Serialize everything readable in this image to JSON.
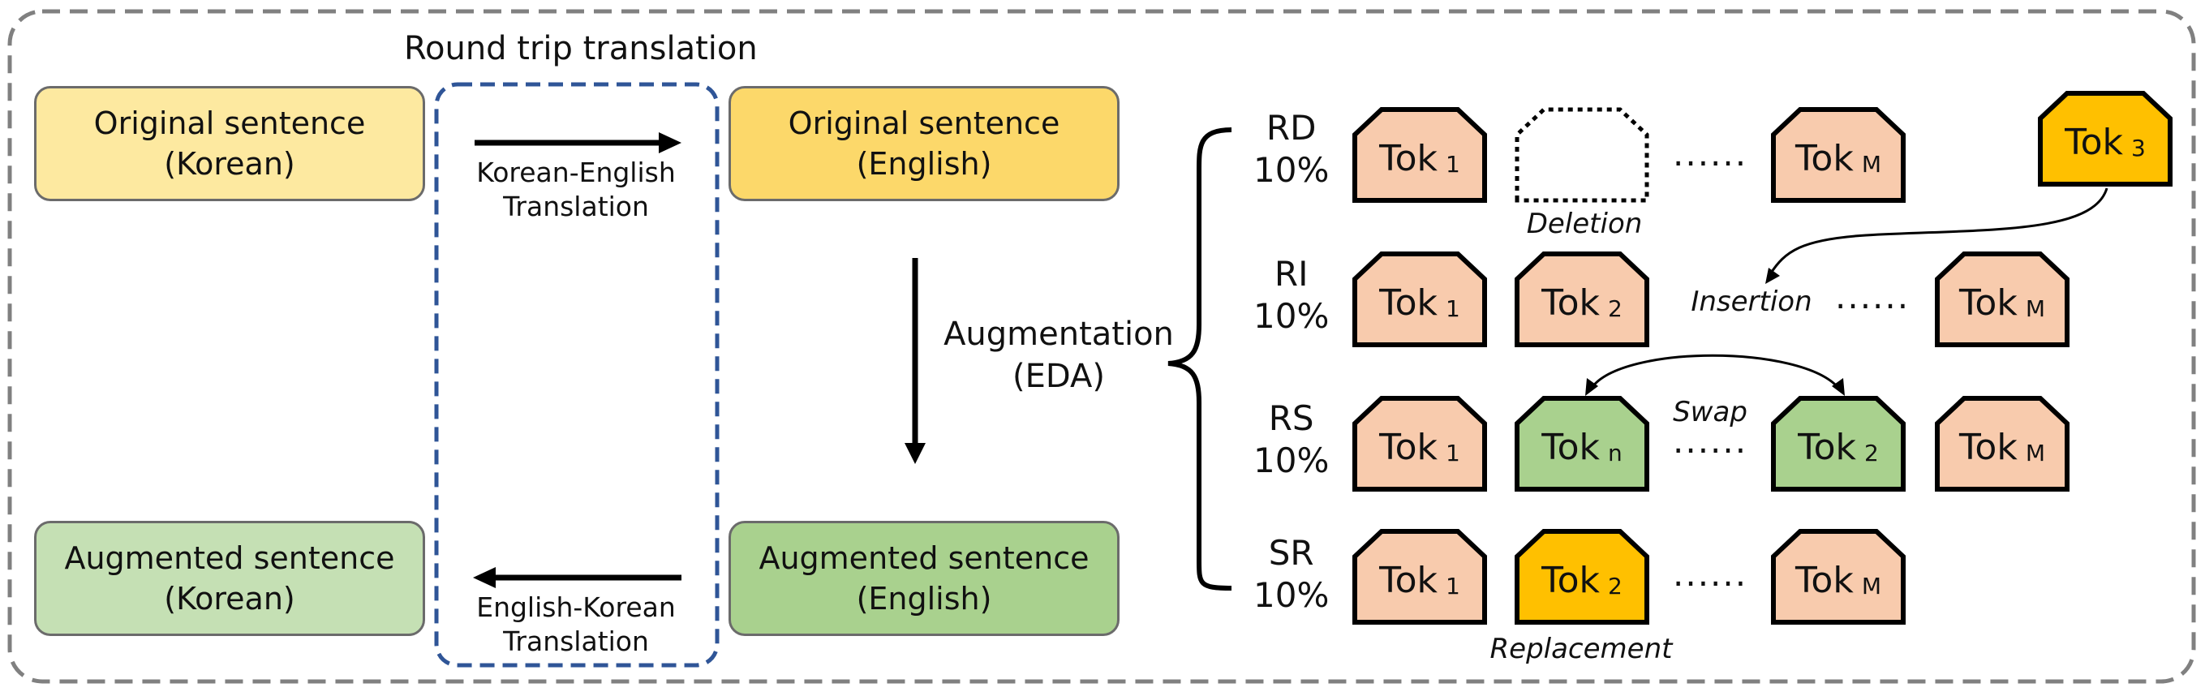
{
  "round_trip_title": "Round trip translation",
  "left_top": {
    "line1": "Original sentence",
    "line2": "(Korean)"
  },
  "left_bottom": {
    "line1": "Augmented sentence",
    "line2": "(Korean)"
  },
  "mid_top": {
    "line1": "Original sentence",
    "line2": "(English)"
  },
  "mid_bottom": {
    "line1": "Augmented sentence",
    "line2": "(English)"
  },
  "forward_label": {
    "line1": "Korean-English",
    "line2": "Translation"
  },
  "backward_label": {
    "line1": "English-Korean",
    "line2": "Translation"
  },
  "augmentation": {
    "line1": "Augmentation",
    "line2": "(EDA)"
  },
  "ellipsis": "......",
  "ops": [
    {
      "code": "RD",
      "rate": "10%",
      "annotation": "Deletion",
      "tokens": [
        {
          "text": "Tok",
          "sub": "1"
        },
        {
          "text": "",
          "sub": ""
        },
        {
          "text": "Tok",
          "sub": "M"
        }
      ],
      "extra_token": {
        "text": "Tok",
        "sub": "3"
      }
    },
    {
      "code": "RI",
      "rate": "10%",
      "annotation": "Insertion",
      "tokens": [
        {
          "text": "Tok",
          "sub": "1"
        },
        {
          "text": "Tok",
          "sub": "2"
        },
        {
          "text": "Tok",
          "sub": "M"
        }
      ]
    },
    {
      "code": "RS",
      "rate": "10%",
      "annotation": "Swap",
      "tokens": [
        {
          "text": "Tok",
          "sub": "1"
        },
        {
          "text": "Tok",
          "sub": "n"
        },
        {
          "text": "Tok",
          "sub": "2"
        },
        {
          "text": "Tok",
          "sub": "M"
        }
      ]
    },
    {
      "code": "SR",
      "rate": "10%",
      "annotation": "Replacement",
      "tokens": [
        {
          "text": "Tok",
          "sub": "1"
        },
        {
          "text": "Tok",
          "sub": "2"
        },
        {
          "text": "Tok",
          "sub": "M"
        }
      ]
    }
  ],
  "colors": {
    "korean_original": "#FDE9A0",
    "english_original": "#FCD86A",
    "korean_augmented": "#C5E0B4",
    "english_augmented": "#A9D18E",
    "token_default": "#F8CBAD",
    "token_highlight": "#FFC000",
    "token_swap": "#A9D18E",
    "dashed_box": "#2F5597",
    "outer_border": "#808080"
  }
}
